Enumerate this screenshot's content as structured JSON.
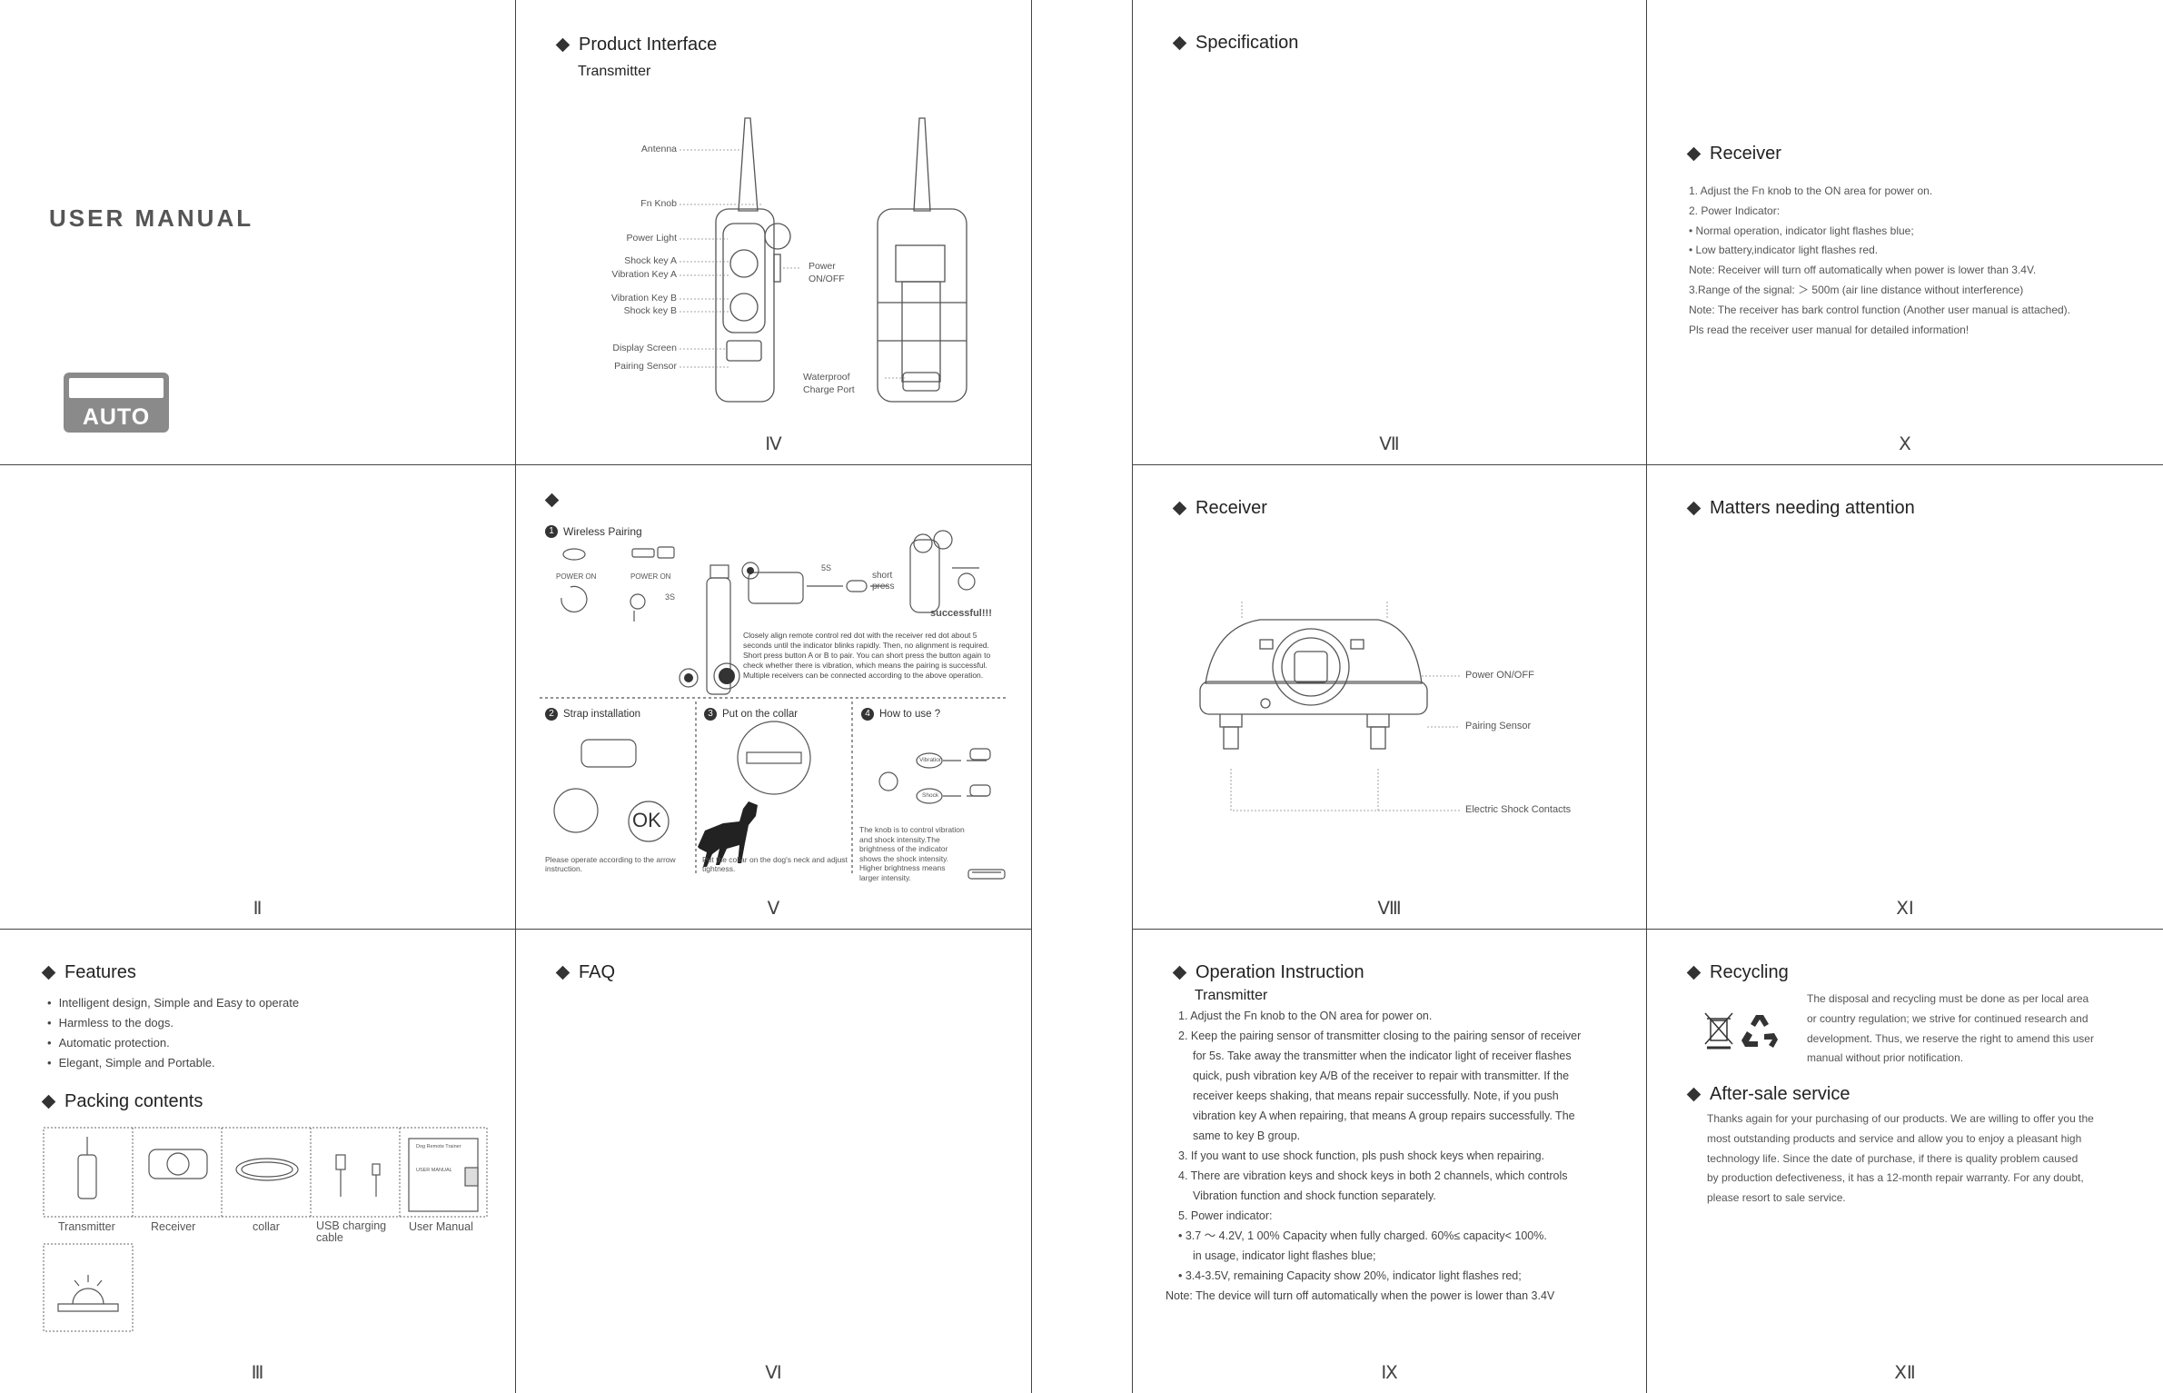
{
  "cover": {
    "title": "USER MANUAL",
    "badge": "AUTO"
  },
  "page_numbers": [
    "Ⅱ",
    "Ⅲ",
    "Ⅳ",
    "Ⅴ",
    "Ⅵ",
    "Ⅶ",
    "Ⅷ",
    "Ⅸ",
    "Ⅹ",
    "ⅩⅠ",
    "ⅩⅡ"
  ],
  "features": {
    "heading": "Features",
    "items": [
      "Intelligent design, Simple and Easy to operate",
      "Harmless to the dogs.",
      "Automatic protection.",
      "Elegant, Simple and Portable."
    ]
  },
  "packing": {
    "heading": "Packing contents",
    "items": [
      "Transmitter",
      "Receiver",
      "collar",
      "USB charging cable",
      "User Manual"
    ],
    "manual_cover_title": "Dog Remote Trainer",
    "manual_cover_sub": "USER MANUAL"
  },
  "interface": {
    "heading": "Product Interface",
    "sub": "Transmitter",
    "labels": [
      "Antenna",
      "Fn Knob",
      "Power Light",
      "Shock key A",
      "Vibration Key A",
      "Vibration Key B",
      "Shock key B",
      "Display Screen",
      "Pairing Sensor"
    ],
    "power_label": "Power ON/OFF",
    "charge_label": "Waterproof Charge Port"
  },
  "pairing": {
    "step1": "Wireless Pairing",
    "power_on_1": "POWER ON",
    "power_on_2": "POWER ON",
    "time_3s": "3S",
    "time_5s": "5S",
    "short_press": "short press",
    "successful": "successful!!!",
    "instructions": "Closely align remote control red dot with the receiver red dot about 5 seconds until the indicator blinks rapidly. Then, no alignment is required. Short press button A or B to pair. You can short press the button again to check whether there is vibration, which means the pairing is successful. Multiple receivers can be connected according to the above operation.",
    "step2": "Strap installation",
    "step2_note": "Please operate according to the arrow instruction.",
    "ok": "OK",
    "step3": "Put on the collar",
    "step3_note": "Put the collar on the dog's neck and adjust tightness.",
    "step4": "How to use ?",
    "vibration": "Vibration",
    "shock": "Shock",
    "step4_note": "The knob is to control vibration and shock intensity.The brightness of the indicator shows the shock intensity. Higher brightness means larger intensity."
  },
  "faq": {
    "heading": "FAQ"
  },
  "specification": {
    "heading": "Specification"
  },
  "receiver_diagram": {
    "heading": "Receiver",
    "labels": [
      "Power ON/OFF",
      "Pairing Sensor",
      "Electric Shock Contacts"
    ]
  },
  "operation": {
    "heading": "Operation Instruction",
    "sub": "Transmitter",
    "lines": [
      "1. Adjust the Fn knob to the ON area for power on.",
      "2. Keep the pairing sensor of transmitter closing to the pairing sensor of receiver",
      "for 5s. Take away the transmitter when the indicator light of receiver flashes",
      "quick, push vibration key A/B of the receiver to repair with transmitter. If the",
      "receiver keeps shaking, that means repair successfully. Note, if you push",
      "vibration key A when repairing, that means A group repairs successfully. The",
      "same to key B group.",
      "3. If you want to use shock function, pls push shock keys when repairing.",
      "4. There are vibration keys and shock keys in both 2 channels, which controls",
      "Vibration function and shock function separately.",
      "5. Power indicator:",
      "• 3.7 ～ 4.2V, 1 00% Capacity when fully charged. 60%≤ capacity< 100%.",
      "in usage, indicator light flashes blue;",
      "• 3.4-3.5V, remaining Capacity show 20%, indicator light flashes red;",
      "Note: The device will turn off automatically when the power is lower than 3.4V"
    ]
  },
  "receiver_info": {
    "heading": "Receiver",
    "lines": [
      "1. Adjust the Fn knob to the ON area for power on.",
      "2. Power Indicator:",
      "• Normal operation, indicator light flashes blue;",
      "• Low battery,indicator light flashes red.",
      "Note: Receiver will turn off automatically when power is lower than 3.4V.",
      "3.Range of the signal: ＞ 500m (air line distance without interference)",
      "Note: The receiver has bark control function (Another user manual is attached).",
      "Pls read the receiver user manual for detailed information!"
    ]
  },
  "attention": {
    "heading": "Matters needing attention"
  },
  "recycling": {
    "heading": "Recycling",
    "lines": [
      "The disposal and recycling must be done as per local area",
      "or country regulation; we strive for continued research and",
      "development. Thus, we reserve the right to amend this user",
      "manual without prior notification."
    ]
  },
  "after_sale": {
    "heading": "After-sale service",
    "lines": [
      "Thanks again for your purchasing of our products. We are willing to offer you the",
      "most outstanding products and service and allow you to enjoy a pleasant high",
      "technology life. Since the date of purchase, if there is quality problem caused",
      "by production defectiveness, it has a 12-month repair warranty. For any doubt,",
      "please resort to sale service."
    ]
  }
}
